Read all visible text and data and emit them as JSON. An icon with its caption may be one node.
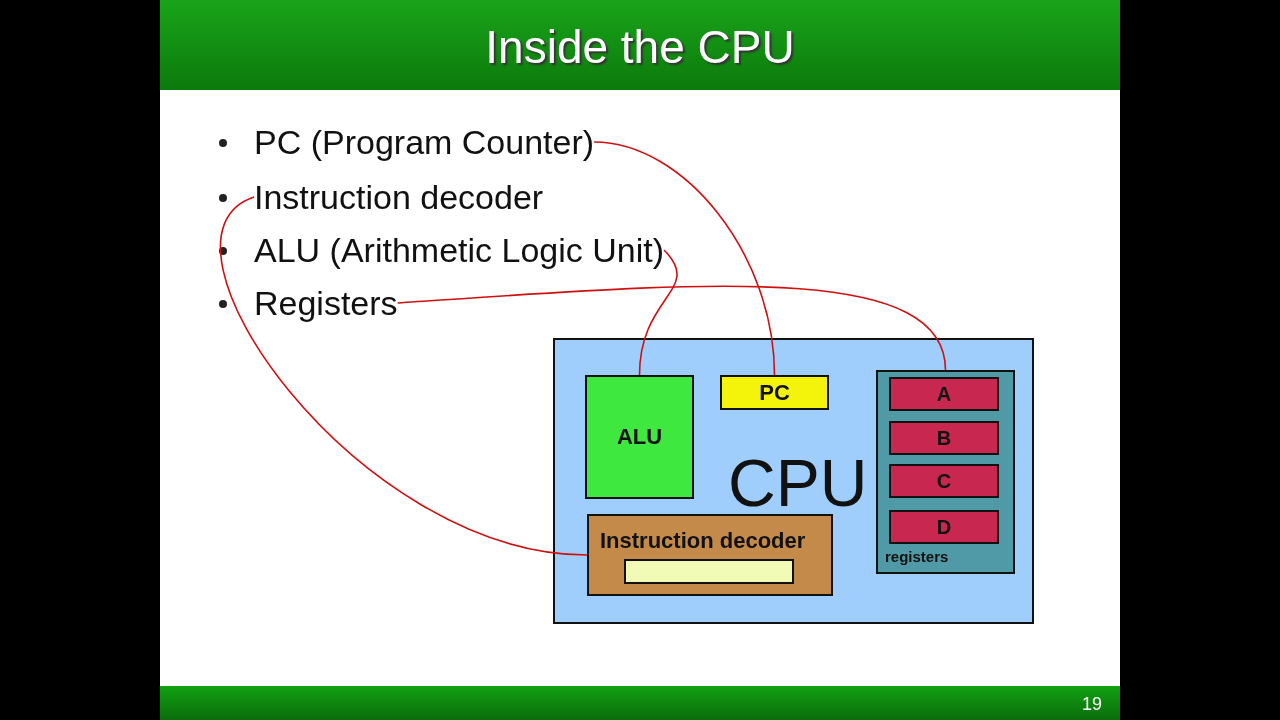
{
  "diagram": {
    "title": "Inside the CPU",
    "nodes": [
      {
        "text": [
          "PC (Program Counter)"
        ]
      },
      {
        "text": [
          "Instruction decoder"
        ]
      },
      {
        "text": [
          "ALU (Arithmetic Logic Unit)"
        ]
      },
      {
        "text": [
          "Registers"
        ]
      },
      {
        "text": [
          "CPU"
        ]
      },
      {
        "text": [
          "ALU"
        ],
        "in": 4
      },
      {
        "text": [
          "PC"
        ],
        "in": 4
      },
      {
        "text": [
          "Instruction decoder"
        ],
        "in": 4
      },
      {
        "text": [],
        "shape": "box",
        "in": 7
      },
      {
        "text": [
          "registers"
        ],
        "in": 4
      },
      {
        "text": [
          "A"
        ],
        "in": 9
      },
      {
        "text": [
          "B"
        ],
        "in": 9
      },
      {
        "text": [
          "C"
        ],
        "in": 9
      },
      {
        "text": [
          "D"
        ],
        "in": 9
      }
    ],
    "edges": [
      {
        "from": 0,
        "to": 6,
        "arrow": "none"
      },
      {
        "from": 1,
        "to": 7,
        "arrow": "none"
      },
      {
        "from": 2,
        "to": 5,
        "arrow": "none"
      },
      {
        "from": 3,
        "to": 9,
        "arrow": "none"
      }
    ],
    "labels": [
      "19"
    ]
  }
}
